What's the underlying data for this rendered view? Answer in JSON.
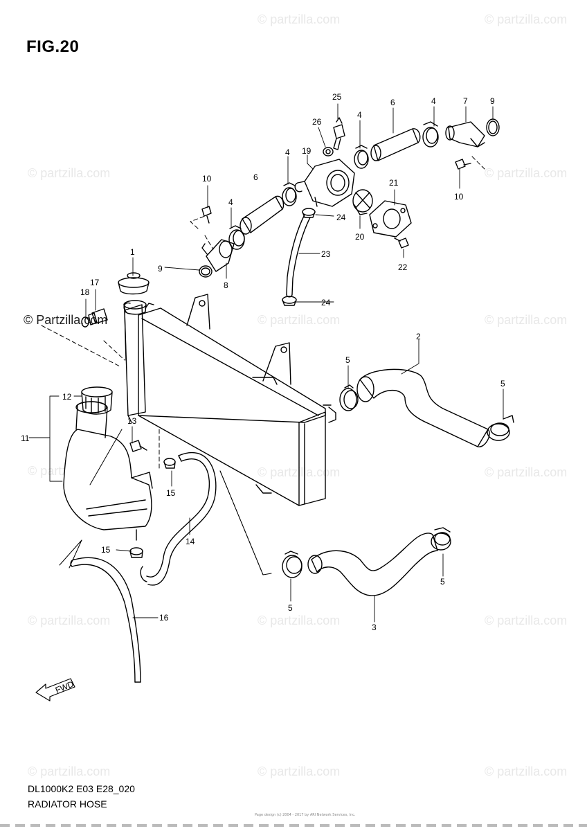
{
  "figure": {
    "title": "FIG.20",
    "code": "DL1000K2 E03 E28_020",
    "name": "RADIATOR HOSE",
    "credit": "Page design (c) 2004 - 2017 by ARI Network Services, Inc."
  },
  "watermark": {
    "text": "© Partzilla.com",
    "text_lower": "© partzilla.com"
  },
  "fwd_label": "FWD",
  "callouts": [
    "1",
    "2",
    "3",
    "4",
    "4",
    "4",
    "4",
    "5",
    "5",
    "5",
    "5",
    "6",
    "6",
    "7",
    "8",
    "9",
    "9",
    "10",
    "10",
    "11",
    "12",
    "13",
    "14",
    "15",
    "15",
    "16",
    "17",
    "18",
    "19",
    "20",
    "21",
    "22",
    "23",
    "24",
    "24",
    "25",
    "26"
  ]
}
